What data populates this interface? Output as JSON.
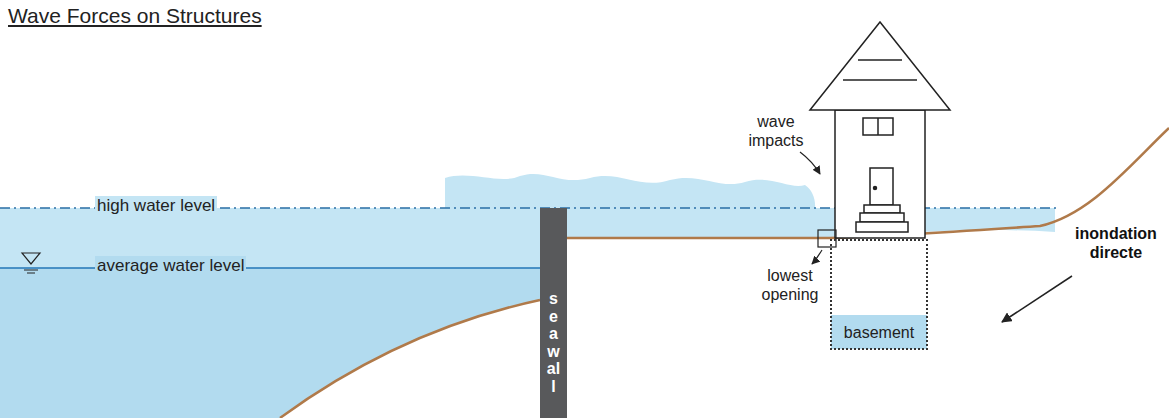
{
  "diagram": {
    "title": "Wave Forces on Structures",
    "nodes": [
      {
        "text": [
          "seawall"
        ]
      },
      {
        "text": [
          "basement"
        ]
      }
    ],
    "labels": [
      "high water level",
      "average water level",
      "wave impacts",
      "lowest opening",
      "inondation directe"
    ]
  }
}
